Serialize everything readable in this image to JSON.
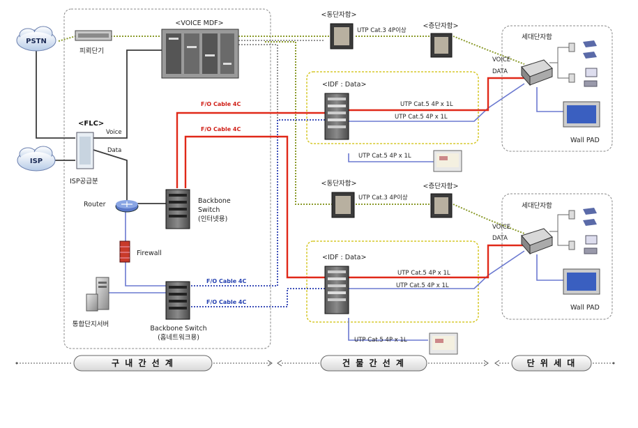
{
  "clouds": {
    "pstn": "PSTN",
    "isp": "ISP"
  },
  "equipment": {
    "patch_panel": "피뢰단기",
    "voice_mdf": "<VOICE MDF>",
    "flc": "<FLC>",
    "flc_voice": "Voice",
    "flc_data": "Data",
    "isp_supply": "ISP공급분",
    "router": "Router",
    "firewall": "Firewall",
    "backbone_internet": [
      "Backbone",
      "Switch",
      "(인터넷용)"
    ],
    "backbone_homenet": [
      "Backbone Switch",
      "(홈네트워크용)"
    ],
    "server": "통합단지서버"
  },
  "cables": {
    "fo_cable": "F/O Cable 4C",
    "utp_cat3": "UTP Cat.3 4P이상",
    "utp_cat5": "UTP Cat.5 4P x 1L",
    "voice": "VOICE",
    "data": "DATA"
  },
  "building": {
    "dong_box": "<동단자함>",
    "floor_box": "<층단자함>",
    "idf_data": "<IDF : Data>"
  },
  "household": {
    "unit_box": "세대단자함",
    "wall_pad": "Wall PAD"
  },
  "zones": {
    "complex": "구 내 간 선 계",
    "building": "건 물 간 선 계",
    "unit": "단 위 세 대"
  }
}
